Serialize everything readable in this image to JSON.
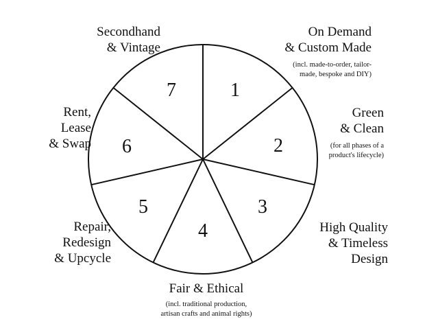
{
  "colors": {
    "stroke": "#111111",
    "background": "#ffffff",
    "text": "#111111"
  },
  "segments": [
    {
      "number": "1",
      "title": "On Demand\n& Custom Made",
      "note": "(incl. made-to-order, tailor-\nmade, bespoke and DIY)"
    },
    {
      "number": "2",
      "title": "Green\n& Clean",
      "note": "(for all phases of a\nproduct's lifecycle)"
    },
    {
      "number": "3",
      "title": "High Quality\n& Timeless\nDesign",
      "note": ""
    },
    {
      "number": "4",
      "title": "Fair & Ethical",
      "note": "(incl. traditional production,\nartisan crafts and animal rights)"
    },
    {
      "number": "5",
      "title": "Repair,\nRedesign\n& Upcycle",
      "note": ""
    },
    {
      "number": "6",
      "title": "Rent,\nLease\n& Swap",
      "note": ""
    },
    {
      "number": "7",
      "title": "Secondhand\n& Vintage",
      "note": ""
    }
  ]
}
